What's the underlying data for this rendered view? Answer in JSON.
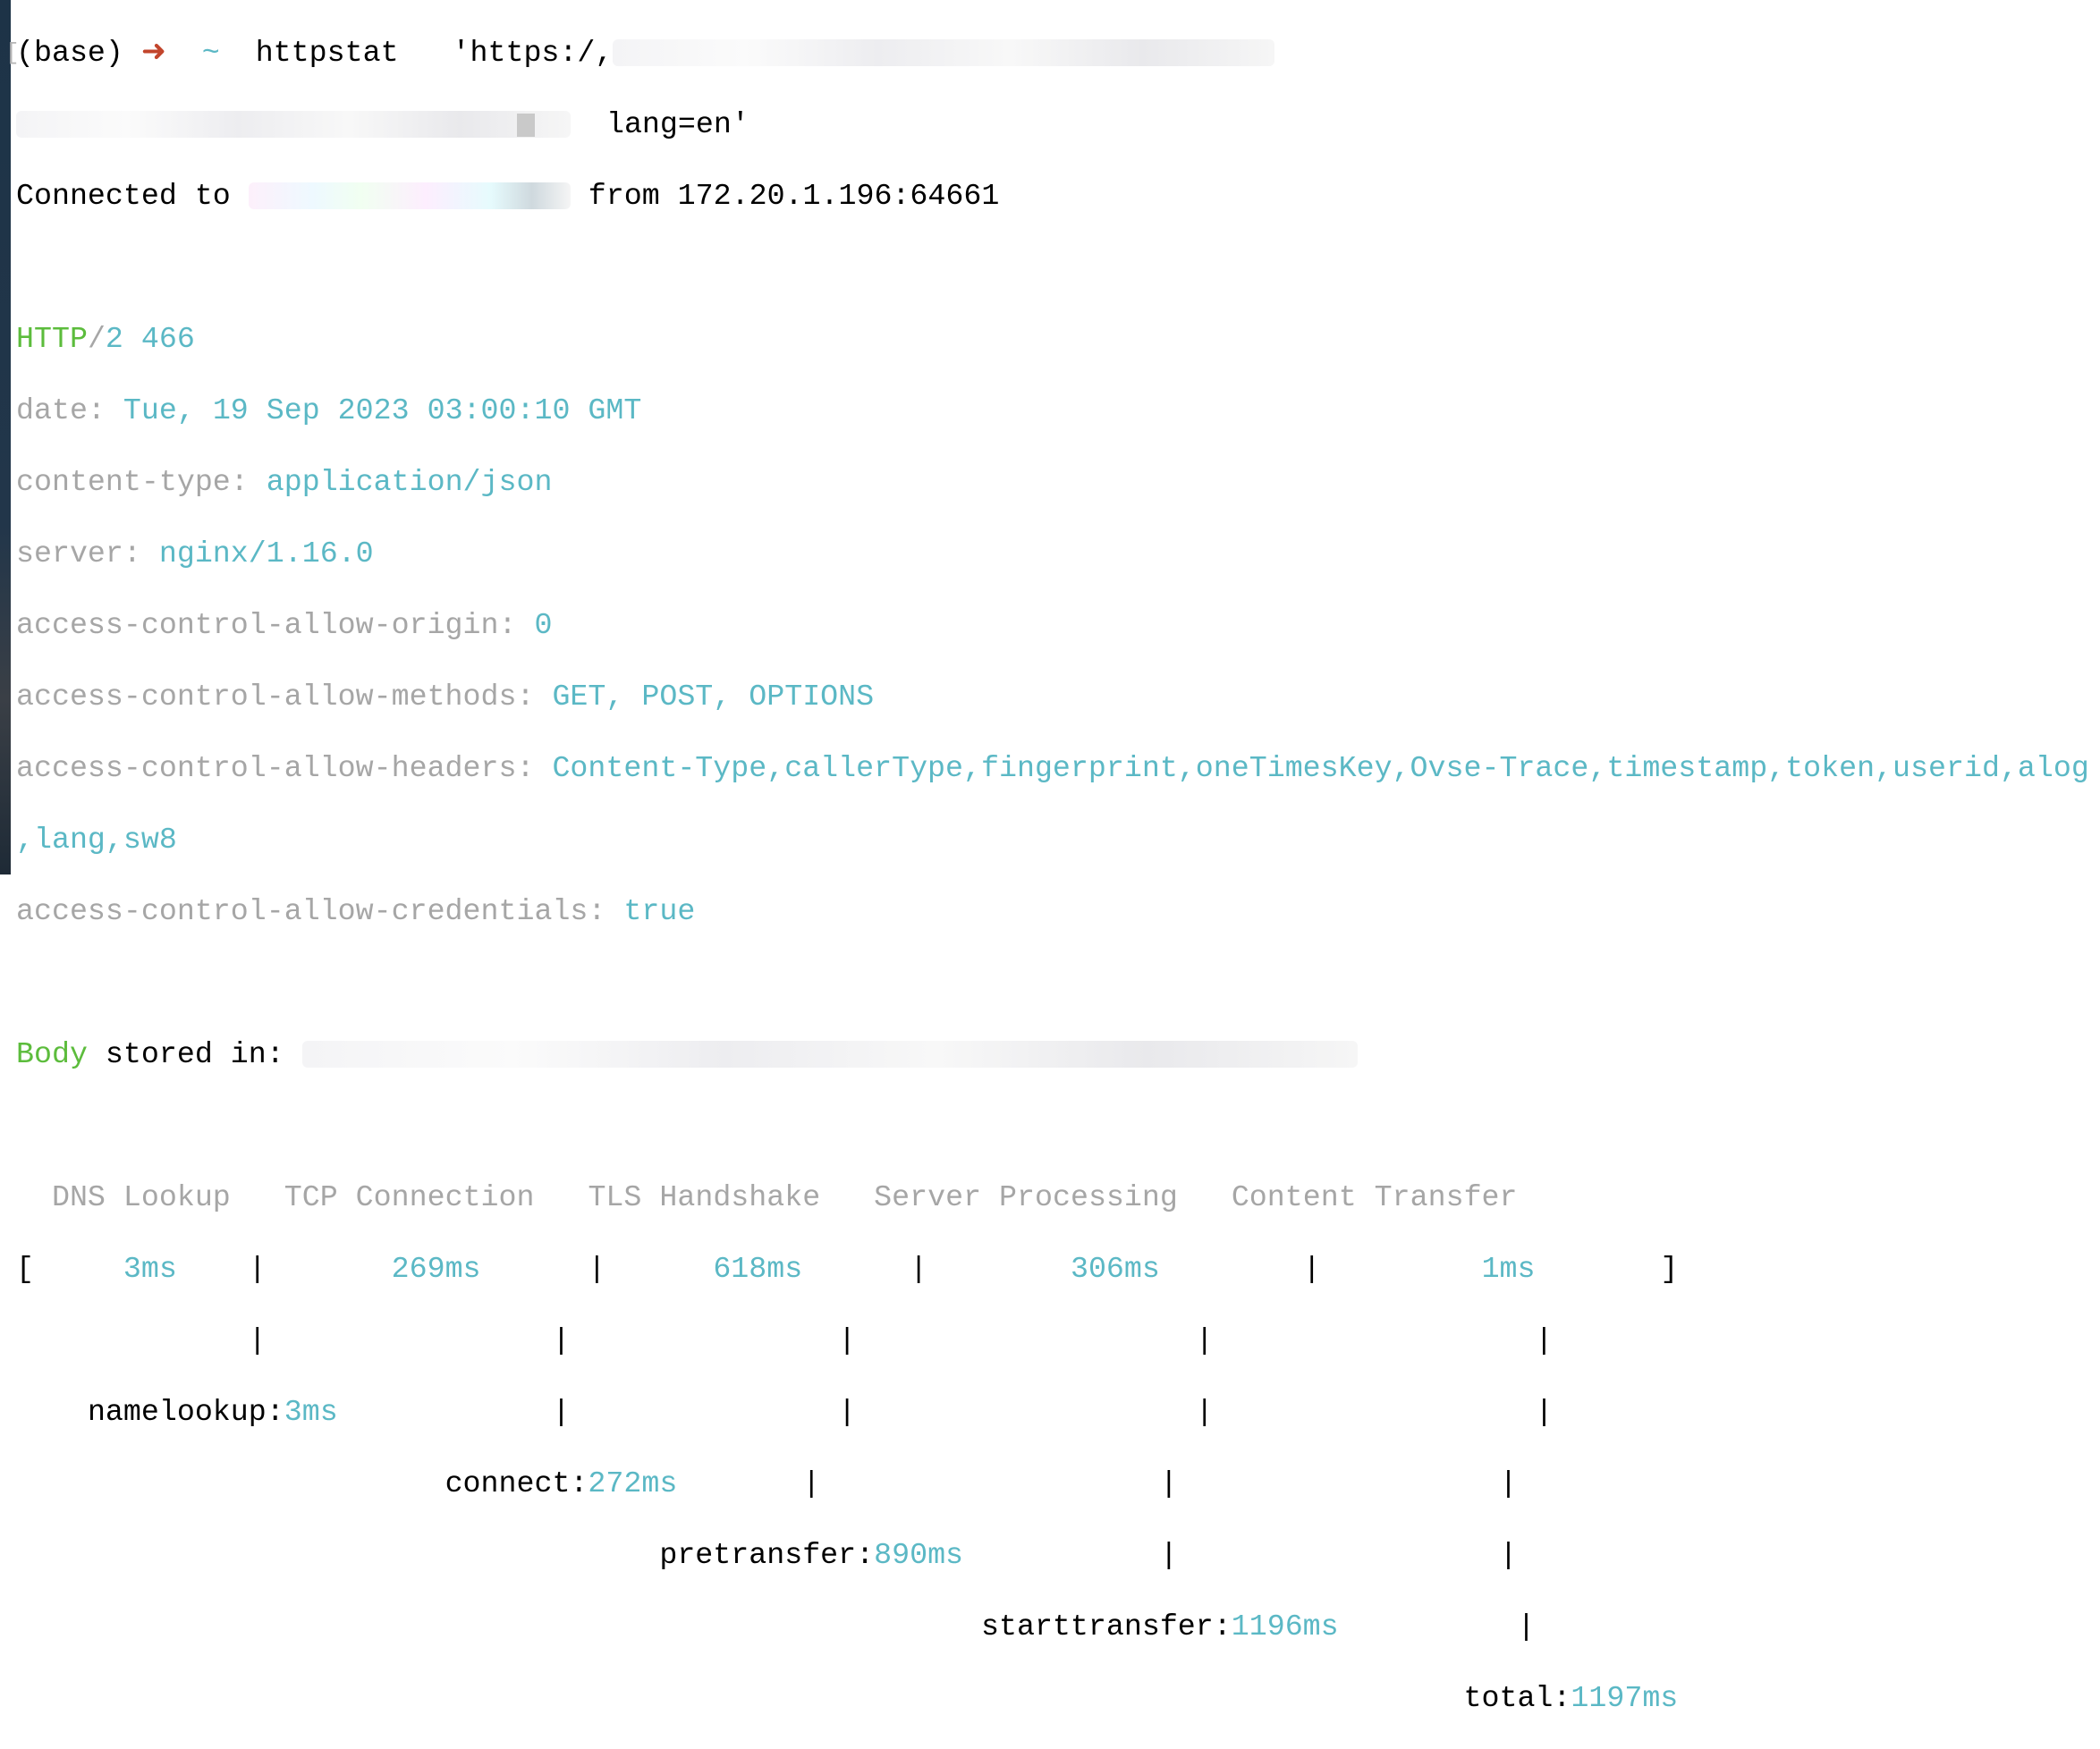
{
  "prompt": {
    "left_bracket": "[",
    "env": "(base)",
    "arrow": "➜",
    "cwd": "~",
    "command": "httpstat",
    "arg_start": "'https:/,",
    "arg_end": "lang=en'"
  },
  "connection": {
    "label": "Connected to",
    "from": "from 172.20.1.196:64661"
  },
  "response": {
    "protocol": "HTTP",
    "slash": "/",
    "version_status": "2 466"
  },
  "headers": [
    {
      "name": "date:",
      "value": "Tue, 19 Sep 2023 03:00:10 GMT"
    },
    {
      "name": "content-type:",
      "value": "application/json"
    },
    {
      "name": "server:",
      "value": "nginx/1.16.0"
    },
    {
      "name": "access-control-allow-origin:",
      "value": "0"
    },
    {
      "name": "access-control-allow-methods:",
      "value": "GET, POST, OPTIONS"
    },
    {
      "name": "access-control-allow-headers:",
      "value": "Content-Type,callerType,fingerprint,oneTimesKey,Ovse-Trace,timestamp,token,userid,alog",
      "value_wrap": ",lang,sw8"
    },
    {
      "name": "access-control-allow-credentials:",
      "value": "true"
    }
  ],
  "body": {
    "label": "Body",
    "text": "stored in:"
  },
  "timing": {
    "phases": [
      {
        "label": "DNS Lookup",
        "value": "3ms"
      },
      {
        "label": "TCP Connection",
        "value": "269ms"
      },
      {
        "label": "TLS Handshake",
        "value": "618ms"
      },
      {
        "label": "Server Processing",
        "value": "306ms"
      },
      {
        "label": "Content Transfer",
        "value": "1ms"
      }
    ],
    "cumulative": [
      {
        "label": "namelookup:",
        "value": "3ms"
      },
      {
        "label": "connect:",
        "value": "272ms"
      },
      {
        "label": "pretransfer:",
        "value": "890ms"
      },
      {
        "label": "starttransfer:",
        "value": "1196ms"
      },
      {
        "label": "total:",
        "value": "1197ms"
      }
    ]
  },
  "colors": {
    "default": "#000000",
    "header_name": "#a6a6a6",
    "value": "#5bb8c5",
    "accent_green": "#5cbc3c",
    "arrow": "#c2452c"
  }
}
